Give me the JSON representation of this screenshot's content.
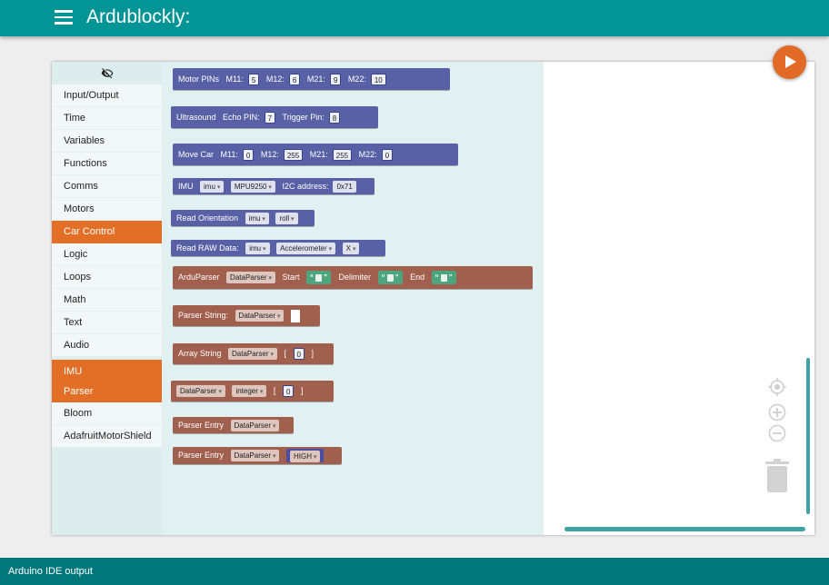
{
  "app": {
    "title": "Ardublockly:"
  },
  "toolbox": {
    "categories": [
      "Input/Output",
      "Time",
      "Variables",
      "Functions",
      "Comms",
      "Motors",
      "Car Control",
      "Logic",
      "Loops",
      "Math",
      "Text",
      "Audio",
      "IMU",
      "Parser",
      "Bloom",
      "AdafruitMotorShield"
    ],
    "active": [
      "Car Control",
      "IMU",
      "Parser"
    ]
  },
  "blocks": {
    "motor_pins": {
      "label": "Motor PINs",
      "m11_label": "M11:",
      "m11": "5",
      "m12_label": "M12:",
      "m12": "6",
      "m21_label": "M21:",
      "m21": "9",
      "m22_label": "M22:",
      "m22": "10"
    },
    "ultrasound": {
      "label": "Ultrasound",
      "echo_label": "Echo PIN:",
      "echo": "7",
      "trigger_label": "Trigger Pin:",
      "trigger": "8"
    },
    "move_car": {
      "label": "Move Car",
      "m11_label": "M11:",
      "m11": "0",
      "m12_label": "M12:",
      "m12": "255",
      "m21_label": "M21:",
      "m21": "255",
      "m22_label": "M22:",
      "m22": "0"
    },
    "imu": {
      "label": "IMU",
      "name": "imu",
      "model": "MPU9250",
      "addr_label": "I2C address:",
      "addr": "0x71"
    },
    "read_orientation": {
      "label": "Read Orientation",
      "var": "imu",
      "axis": "roll"
    },
    "read_raw": {
      "label": "Read RAW Data:",
      "var": "imu",
      "sensor": "Accelerometer",
      "axis": "X"
    },
    "arduparser": {
      "label": "ArduParser",
      "var": "DataParser",
      "start_label": "Start",
      "delim_label": "Delimiter",
      "end_label": "End"
    },
    "parser_string": {
      "label": "Parser String:",
      "var": "DataParser"
    },
    "array_string": {
      "label": "Array String",
      "var": "DataParser",
      "open": "[",
      "index": "0",
      "close": "]"
    },
    "dataparser_int": {
      "var": "DataParser",
      "type": "integer",
      "open": "[",
      "index": "0",
      "close": "]"
    },
    "parser_entry": {
      "label": "Parser Entry",
      "var": "DataParser"
    },
    "parser_entry_high": {
      "label": "Parser Entry",
      "var": "DataParser",
      "value": "HIGH"
    }
  },
  "footer": {
    "label": "Arduino IDE output"
  },
  "colors": {
    "header": "#039496",
    "accent": "#e36f26",
    "footer": "#00777a",
    "block_blue": "#5861a6",
    "block_brown": "#a15f4e",
    "text_green": "#4ca57e"
  }
}
